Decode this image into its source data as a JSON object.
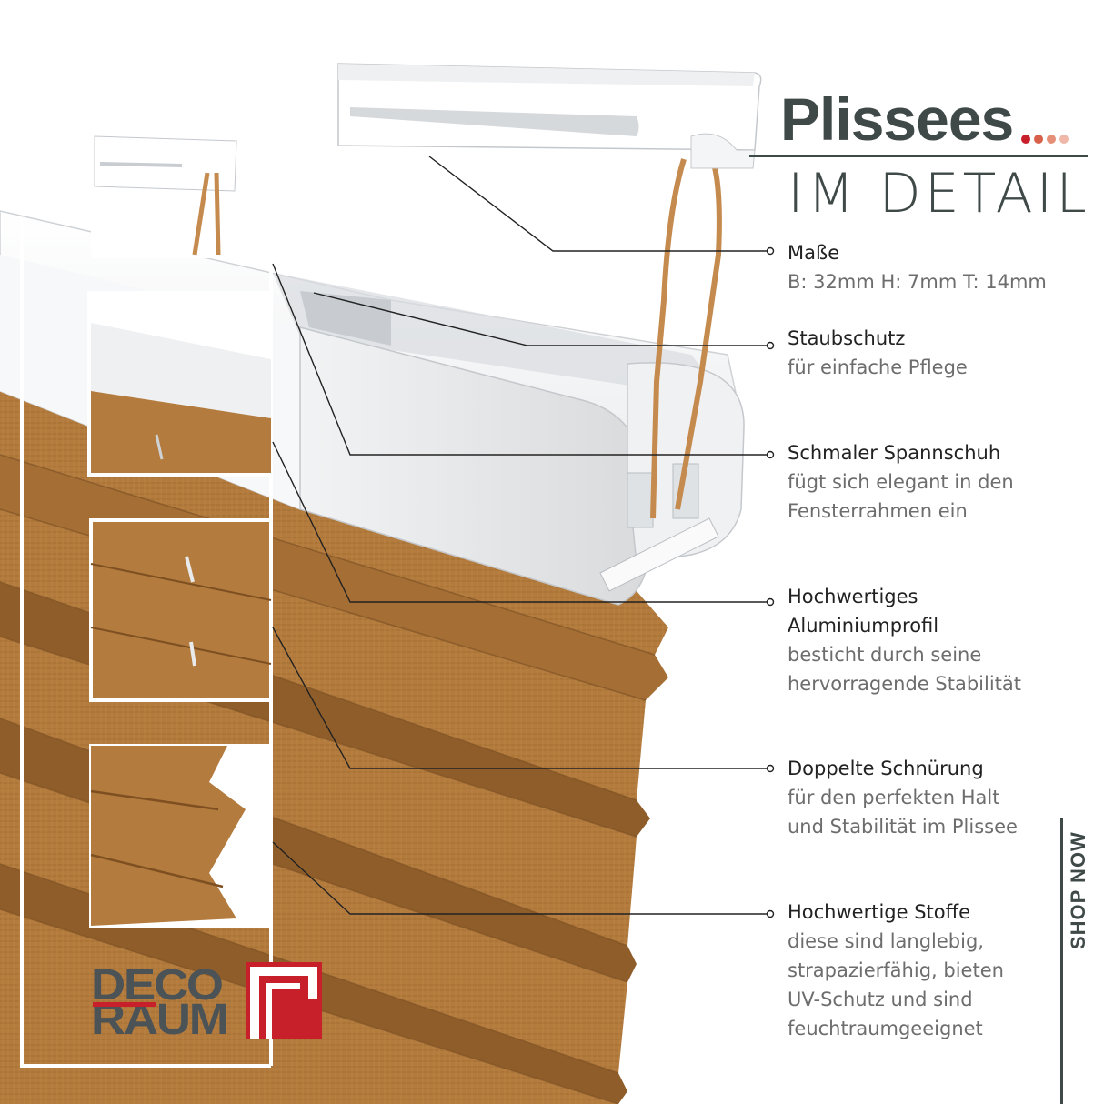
{
  "title": {
    "main": "Plissees",
    "sub": "IM DETAIL"
  },
  "features": [
    {
      "head": "Maße",
      "desc": [
        "B: 32mm H: 7mm T: 14mm"
      ]
    },
    {
      "head": "Staubschutz",
      "desc": [
        "für einfache Pflege"
      ]
    },
    {
      "head": "Schmaler Spannschuh",
      "desc": [
        "fügt sich elegant in den",
        "Fensterrahmen ein"
      ]
    },
    {
      "head": "Hochwertiges",
      "head2": "Aluminiumprofil",
      "desc": [
        "besticht durch seine",
        "hervorragende Stabilität"
      ]
    },
    {
      "head": "Doppelte Schnürung",
      "desc": [
        "für den perfekten Halt",
        "und Stabilität im Plissee"
      ]
    },
    {
      "head": "Hochwertige Stoffe",
      "desc": [
        "diese sind langlebig,",
        "strapazierfähig, bieten",
        "UV-Schutz und sind",
        "feuchtraumgeeignet"
      ]
    }
  ],
  "cta": {
    "label": "SHOP NOW"
  },
  "logo": {
    "line1": "DECO",
    "line2": "RAUM"
  },
  "colors": {
    "fabric": "#b27a3c",
    "fabric_dark": "#8c5a27",
    "cord": "#c58a4d",
    "accent": "#3f4948",
    "logo_red": "#c8202a"
  }
}
